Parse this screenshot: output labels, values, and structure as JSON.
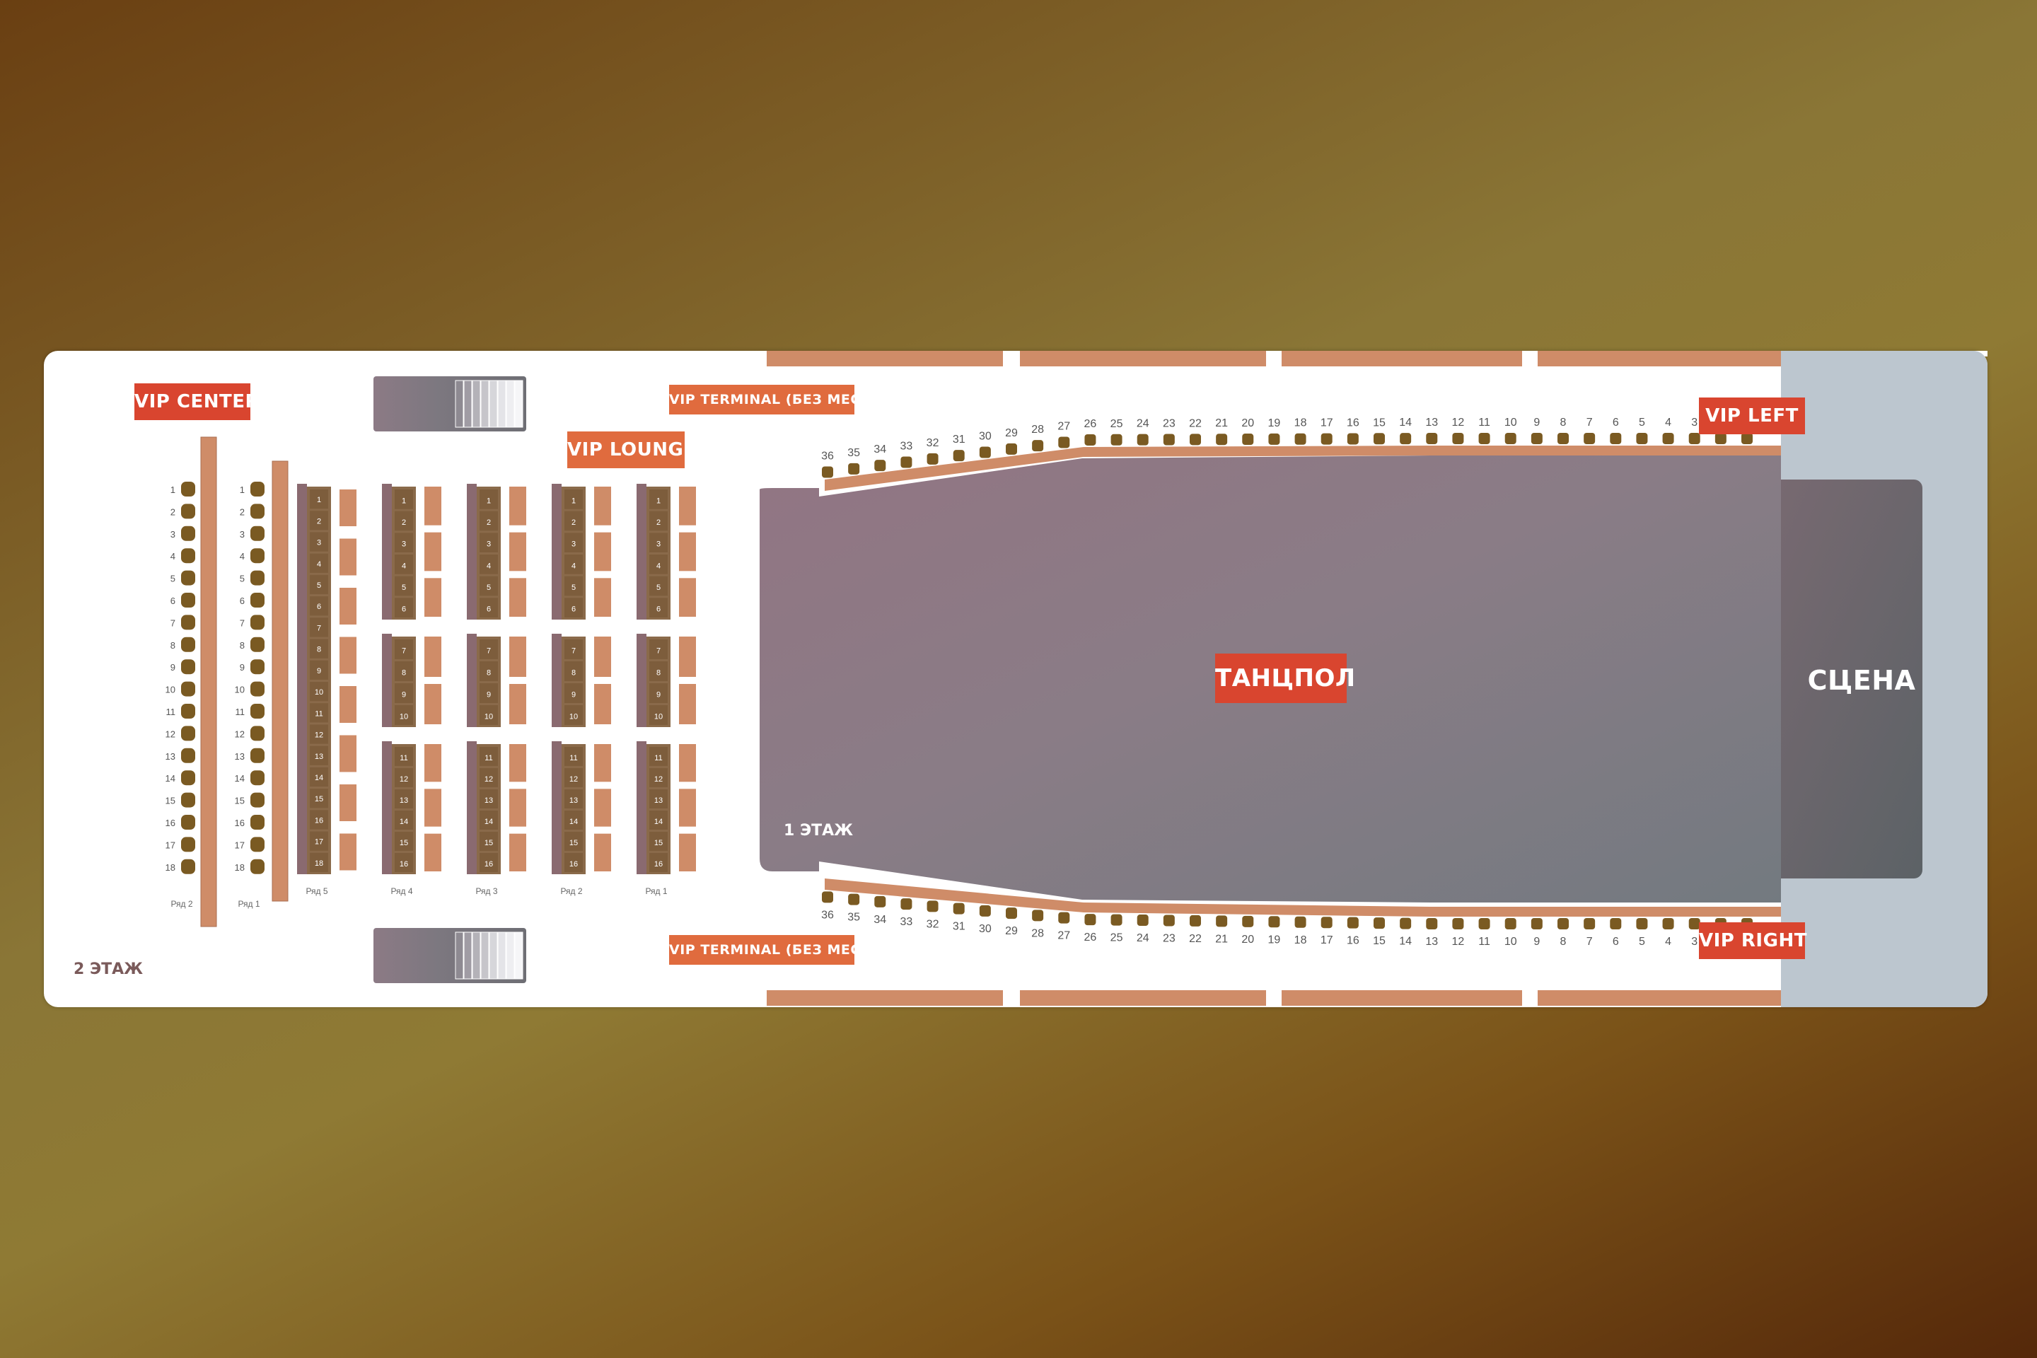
{
  "labels": {
    "vip_center": "VIP CENTER",
    "vip_lounge": "VIP LOUNGE",
    "vip_terminal_top": "VIP TERMINAL (БЕЗ МЕСТА)",
    "vip_terminal_bottom": "VIP TERMINAL (БЕЗ МЕСТА)",
    "vip_left": "VIP LEFT",
    "vip_right": "VIP RIGHT",
    "dance_floor": "ТАНЦПОЛ",
    "stage": "СЦЕНА",
    "floor_1": "1 ЭТАЖ",
    "floor_2": "2 ЭТАЖ"
  },
  "left_rows": {
    "count": 18,
    "labels": [
      "Ряд 2",
      "Ряд 1"
    ]
  },
  "lounge_columns": [
    {
      "label": "Ряд 5",
      "seats": 18
    },
    {
      "label": "Ряд 4",
      "groups": [
        6,
        4,
        6
      ]
    },
    {
      "label": "Ряд 3",
      "groups": [
        6,
        4,
        6
      ]
    },
    {
      "label": "Ряд 2",
      "groups": [
        6,
        4,
        6
      ]
    },
    {
      "label": "Ряд 1",
      "groups": [
        6,
        4,
        6
      ]
    }
  ],
  "balcony": {
    "seats": 36
  },
  "colors": {
    "accent_red": "#d9452f",
    "accent_orange": "#e06b3e",
    "seat_dark": "#7a5a22",
    "bar_tan": "#cf8c68",
    "stage_bg": "#bcc6cf",
    "floor_dark": "#8a7480"
  }
}
